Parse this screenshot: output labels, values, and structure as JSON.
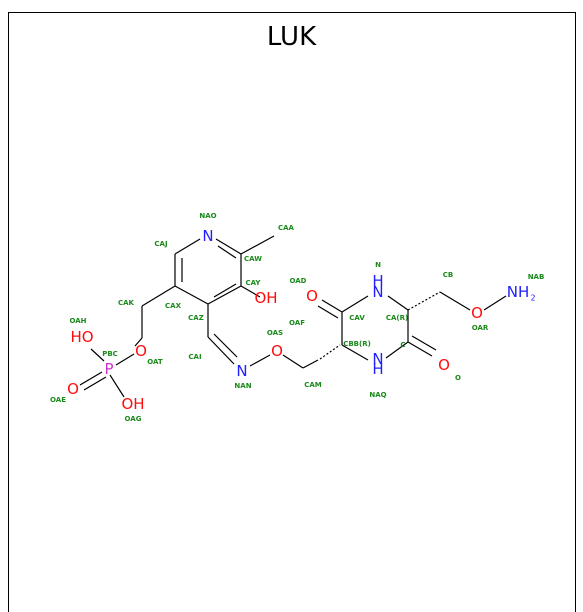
{
  "title": "LUK",
  "colors": {
    "O": "#ff0d0d",
    "N": "#2020ff",
    "P": "#cc33cc",
    "C": "#000000",
    "label": "#1a8a1a"
  },
  "atoms": {
    "N1": "N",
    "O_dione1": "O",
    "N_top": "H",
    "O_r": "O",
    "NH2": "NH",
    "NH2_sub": "2",
    "OH_ring": "OH",
    "O_ether": "O",
    "N_oxime": "N",
    "O_ester": "O",
    "P": "P",
    "OH_a": "HO",
    "O_dbl": "O",
    "OH_b": "OH",
    "N_bot": "N",
    "N_bot_h": "H",
    "O_dione2": "O"
  },
  "labels": {
    "NAO": "NAO",
    "CAJ": "CAJ",
    "CAA": "CAA",
    "CAW": "CAW",
    "CAY": "CAY",
    "CAK": "CAK",
    "CAX": "CAX",
    "CAZ": "CAZ",
    "OAH": "OAH",
    "PBC": "PBC",
    "OAT": "OAT",
    "OAE": "OAE",
    "OAG": "OAG",
    "CAI": "CAI",
    "NAN": "NAN",
    "OAS": "OAS",
    "OAF": "OAF",
    "OAD": "OAD",
    "CAM": "CAM",
    "N": "N",
    "CAV": "CAV",
    "CAR": "CA(R)",
    "CBB": "CBB(R)",
    "C": "C",
    "NAQ": "NAQ",
    "O": "O",
    "CB": "CB",
    "NAB": "NAB",
    "OAR": "OAR"
  }
}
